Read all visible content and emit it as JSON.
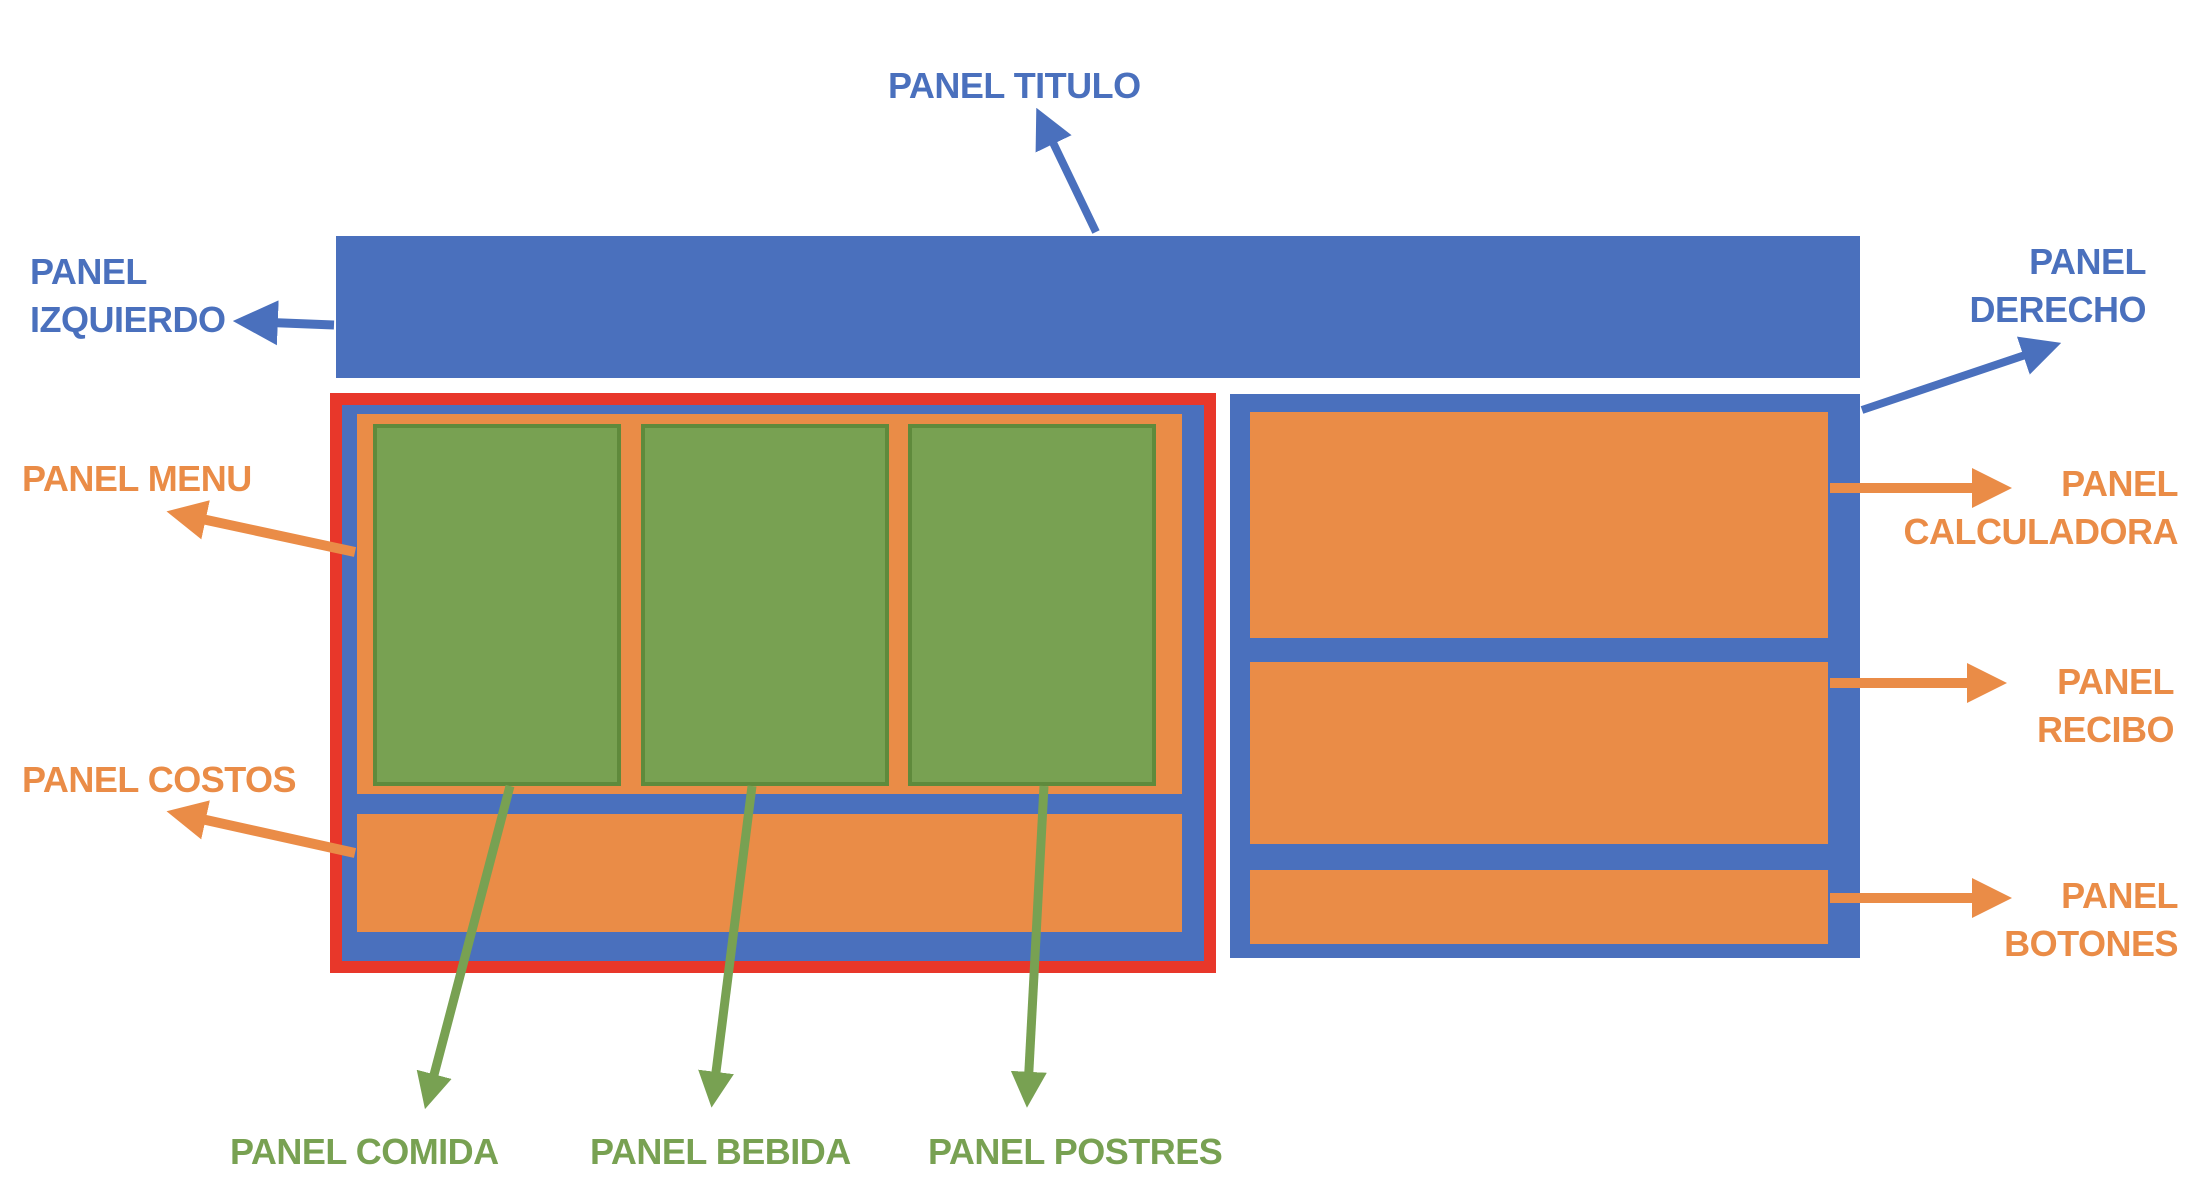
{
  "colors": {
    "blue": "#4a70bd",
    "orange": "#ea8c47",
    "green": "#78a152",
    "green_border": "#5f8a3c",
    "red": "#e8372a"
  },
  "labels": {
    "panel_titulo": "PANEL TITULO",
    "panel_izquierdo": [
      "PANEL",
      "IZQUIERDO"
    ],
    "panel_derecho": [
      "PANEL",
      "DERECHO"
    ],
    "panel_menu": "PANEL MENU",
    "panel_costos": "PANEL COSTOS",
    "panel_calculadora": [
      "PANEL",
      "CALCULADORA"
    ],
    "panel_recibo": [
      "PANEL",
      "RECIBO"
    ],
    "panel_botones": [
      "PANEL",
      "BOTONES"
    ],
    "panel_comida": "PANEL COMIDA",
    "panel_bebida": "PANEL BEBIDA",
    "panel_postres": "PANEL POSTRES"
  }
}
